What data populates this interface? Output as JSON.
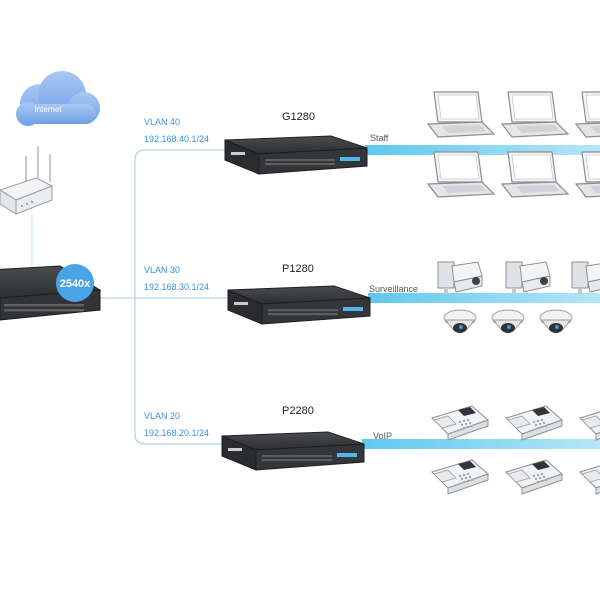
{
  "internet": {
    "label": "Internet"
  },
  "core_switch": {
    "badge": "2540x"
  },
  "colors": {
    "accent": "#3d8fe0",
    "line": "#9cc8ef",
    "link": "#63cbee",
    "badge": "#4aa3e6",
    "cloud": "#8fb8ee",
    "switch": "#3b3d40"
  },
  "vlans": [
    {
      "vlan": "VLAN 40",
      "subnet": "192.168.40.1/24",
      "switch": "G1280",
      "segment": "Staff",
      "device": "laptop-icon"
    },
    {
      "vlan": "VLAN 30",
      "subnet": "192.168.30.1/24",
      "switch": "P1280",
      "segment": "Surveillance",
      "device": "camera-icon"
    },
    {
      "vlan": "VLAN 20",
      "subnet": "192.168.20.1/24",
      "switch": "P2280",
      "segment": "VoIP",
      "device": "ip-phone-icon"
    }
  ]
}
